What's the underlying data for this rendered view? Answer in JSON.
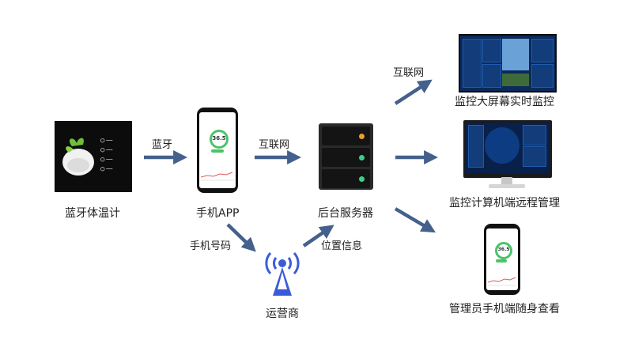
{
  "nodes": {
    "thermometer": "蓝牙体温计",
    "phone_app": "手机APP",
    "server": "后台服务器",
    "carrier": "运营商",
    "big_screen": "监控大屏幕实时监控",
    "computer": "监控计算机端远程管理",
    "admin_phone": "管理员手机端随身查看"
  },
  "edges": {
    "bluetooth": "蓝牙",
    "internet_phone_server": "互联网",
    "internet_server_screen": "互联网",
    "phone_number": "手机号码",
    "location_info": "位置信息"
  },
  "colors": {
    "arrow": "#44608c",
    "tower": "#3a5bd9",
    "accent_green": "#4cc36b"
  },
  "phone_screen": {
    "temp": "36.5"
  }
}
